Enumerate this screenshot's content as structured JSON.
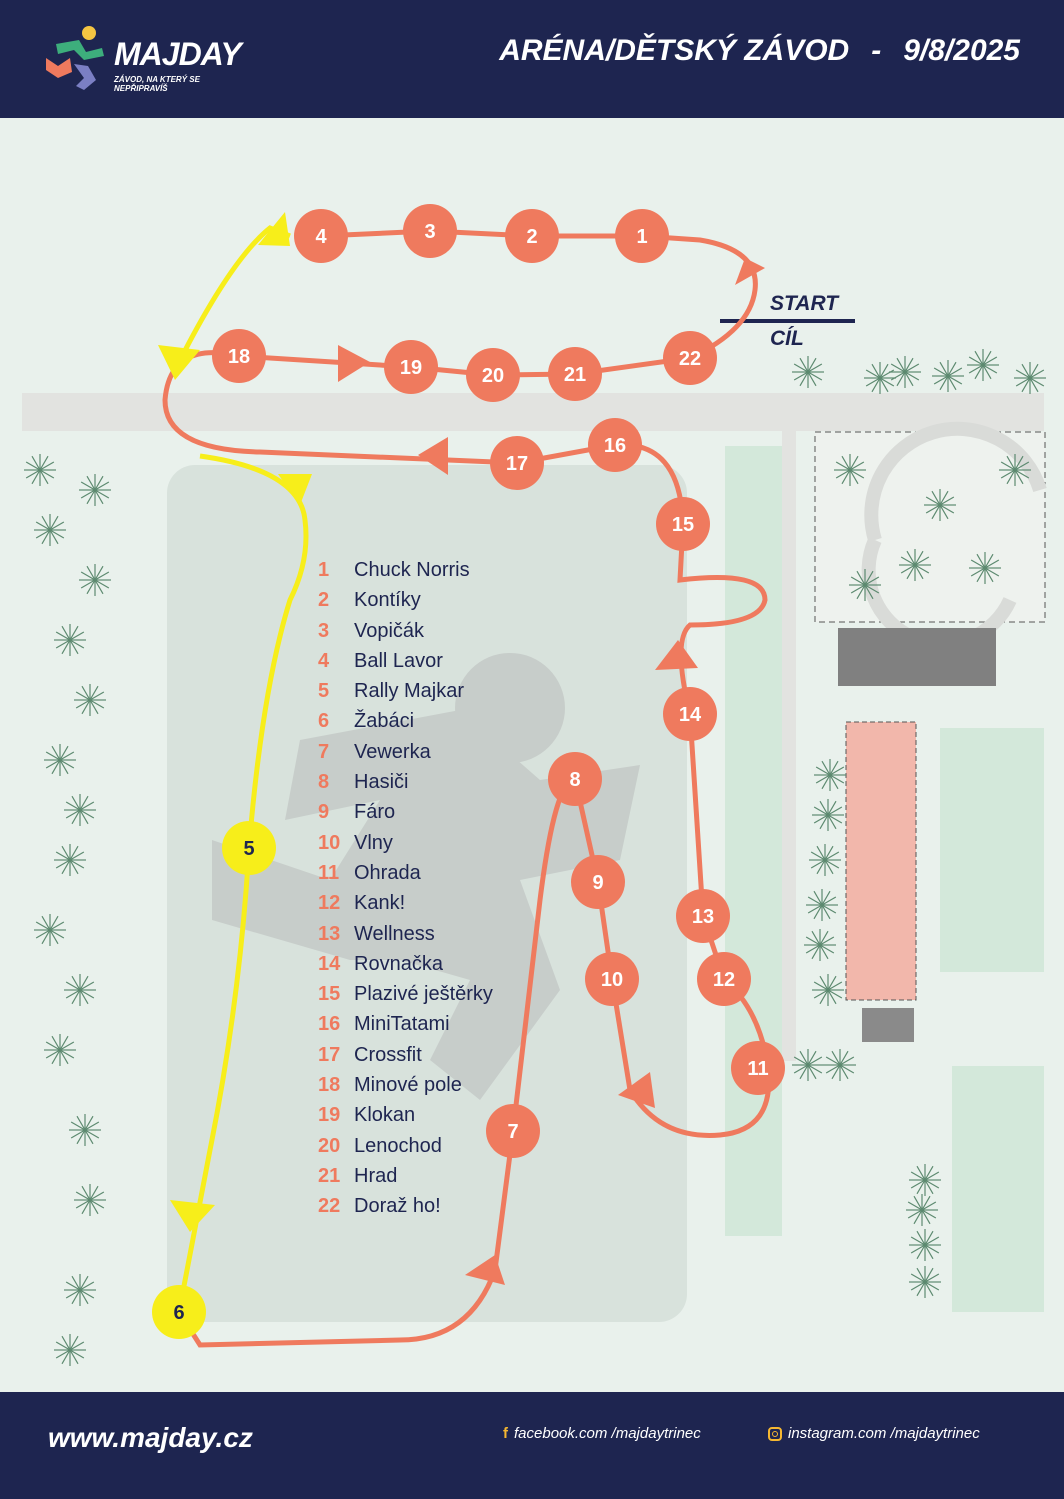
{
  "header": {
    "brand": "MAJDAY",
    "tagline": "ZÁVOD, NA KTERÝ SE NEPŘIPRAVÍŠ",
    "title": "ARÉNA/DĚTSKÝ ZÁVOD",
    "separator": "-",
    "date": "9/8/2025"
  },
  "map": {
    "start_label": "START",
    "finish_label": "CÍL"
  },
  "colors": {
    "navy": "#1e2550",
    "route": "#ef7a5e",
    "kids_route": "#f7ee1a",
    "background": "#e9f1ec"
  },
  "stations": [
    {
      "n": "1",
      "name": "Chuck Norris"
    },
    {
      "n": "2",
      "name": "Kontíky"
    },
    {
      "n": "3",
      "name": "Vopičák"
    },
    {
      "n": "4",
      "name": "Ball Lavor"
    },
    {
      "n": "5",
      "name": "Rally Majkar"
    },
    {
      "n": "6",
      "name": "Žabáci"
    },
    {
      "n": "7",
      "name": "Vewerka"
    },
    {
      "n": "8",
      "name": "Hasiči"
    },
    {
      "n": "9",
      "name": "Fáro"
    },
    {
      "n": "10",
      "name": "Vlny"
    },
    {
      "n": "11",
      "name": "Ohrada"
    },
    {
      "n": "12",
      "name": "Kank!"
    },
    {
      "n": "13",
      "name": "Wellness"
    },
    {
      "n": "14",
      "name": "Rovnačka"
    },
    {
      "n": "15",
      "name": "Plazivé ještěrky"
    },
    {
      "n": "16",
      "name": "MiniTatami"
    },
    {
      "n": "17",
      "name": "Crossfit"
    },
    {
      "n": "18",
      "name": "Minové pole"
    },
    {
      "n": "19",
      "name": "Klokan"
    },
    {
      "n": "20",
      "name": "Lenochod"
    },
    {
      "n": "21",
      "name": "Hrad"
    },
    {
      "n": "22",
      "name": "Doraž ho!"
    }
  ],
  "footer": {
    "website": "www.majday.cz",
    "facebook": "facebook.com  /majdaytrinec",
    "instagram": "instagram.com  /majdaytrinec"
  }
}
